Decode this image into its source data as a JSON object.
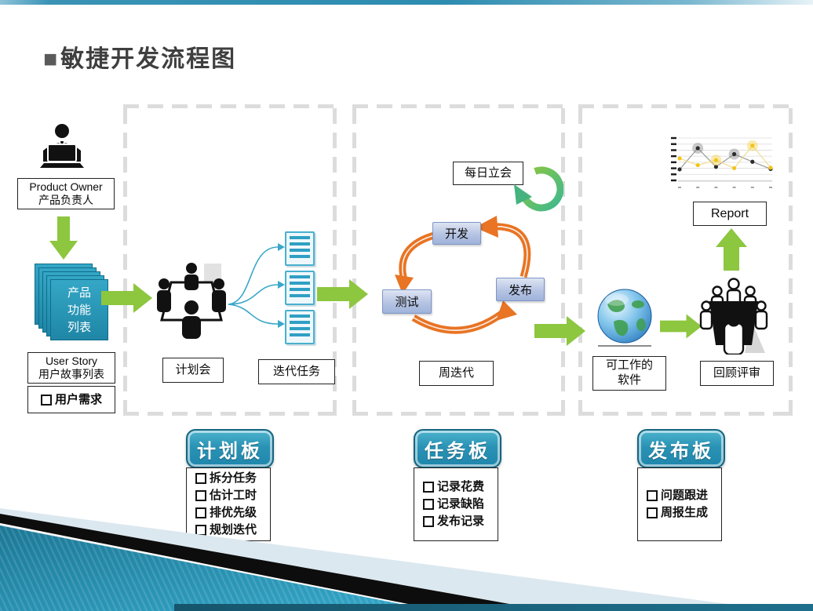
{
  "slide": {
    "title_bullet": "■",
    "title": "敏捷开发流程图"
  },
  "product_owner": {
    "label_en": "Product Owner",
    "label_zh": "产品负责人"
  },
  "backlog": {
    "card_lines": [
      "产品",
      "功能",
      "列表"
    ],
    "user_story_en": "User Story",
    "user_story_zh": "用户故事列表",
    "requirement": "用户需求"
  },
  "planning": {
    "meeting": "计划会",
    "iteration_tasks": "迭代任务"
  },
  "sprint": {
    "daily_standup": "每日立会",
    "develop": "开发",
    "release": "发布",
    "test": "测试",
    "weekly_iteration": "周迭代"
  },
  "delivery": {
    "report": "Report",
    "working_software_line1": "可工作的",
    "working_software_line2": "软件",
    "review": "回顾评审"
  },
  "boards": [
    {
      "label": "计划板",
      "items": [
        "拆分任务",
        "估计工时",
        "排优先级",
        "规划迭代"
      ]
    },
    {
      "label": "任务板",
      "items": [
        "记录花费",
        "记录缺陷",
        "发布记录"
      ]
    },
    {
      "label": "发布板",
      "items": [
        "问题跟进",
        "周报生成"
      ]
    }
  ],
  "report_chart": {
    "type": "line",
    "x_count": 6,
    "ylim": [
      0,
      10
    ],
    "y_ticks": 8,
    "grid": true,
    "series": [
      {
        "name": "dark-series",
        "values": [
          2.6,
          7.6,
          3.2,
          6.2,
          4.4,
          2.7
        ],
        "highlighted_points": [
          1,
          3
        ],
        "line_color": "#9a9a9a",
        "dot_color": "#2b2b2b",
        "halo_color": "#8a8a8a"
      },
      {
        "name": "yellow-series",
        "values": [
          5.2,
          3.6,
          4.8,
          2.9,
          8.2,
          3.0
        ],
        "highlighted_points": [
          2,
          4
        ],
        "line_color": "#f0dd93",
        "dot_color": "#f0c419",
        "halo_color": "#f5d34f"
      }
    ]
  },
  "colors": {
    "accent_green": "#8dc63f",
    "accent_teal": "#2a93b5",
    "accent_orange": "#e87424",
    "node_blue": "#b6c4e3",
    "card_teal": "#2596b8",
    "dash_gray": "#dcdcdc",
    "footer_dark_teal": "#1b6077"
  },
  "icons": {
    "product_owner": "person-at-laptop-icon",
    "planning_meeting": "meeting-table-icon",
    "iteration_tasks": "document-list-icon",
    "daily_standup": "circular-refresh-arrow-icon",
    "working_software": "globe-icon",
    "review_meeting": "review-table-icon",
    "report": "line-chart-icon",
    "flow_arrows": "green-block-arrow-icon"
  }
}
